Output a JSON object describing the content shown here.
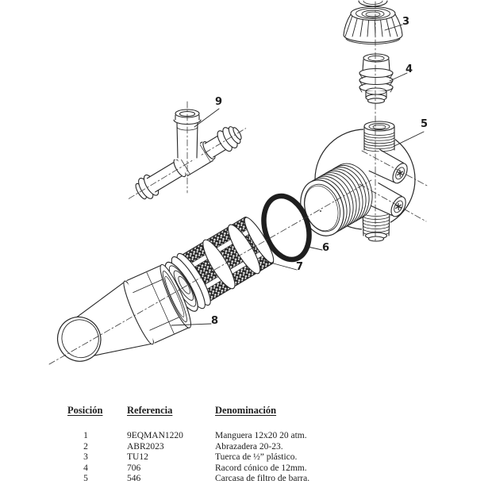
{
  "colors": {
    "ink": "#262626",
    "background": "#ffffff",
    "oring": "#1e1e1e",
    "mesh_bg": "#ebebeb",
    "mesh_dot": "#8a8a8a"
  },
  "diagram": {
    "callouts": {
      "c3": "3",
      "c4": "4",
      "c5": "5",
      "c6": "6",
      "c7": "7",
      "c8": "8",
      "c9": "9"
    }
  },
  "table": {
    "headers": {
      "position": "Posición",
      "reference": "Referencia",
      "denomination": "Denominación"
    },
    "rows": [
      {
        "position": "1",
        "reference": "9EQMAN1220",
        "denomination": "Manguera 12x20 20 atm."
      },
      {
        "position": "2",
        "reference": "ABR2023",
        "denomination": "Abrazadera 20-23."
      },
      {
        "position": "3",
        "reference": "TU12",
        "denomination": "Tuerca de ½” plástico."
      },
      {
        "position": "4",
        "reference": "706",
        "denomination": "Racord cónico de 12mm."
      },
      {
        "position": "5",
        "reference": "546",
        "denomination": "Carcasa de filtro de barra."
      }
    ]
  }
}
